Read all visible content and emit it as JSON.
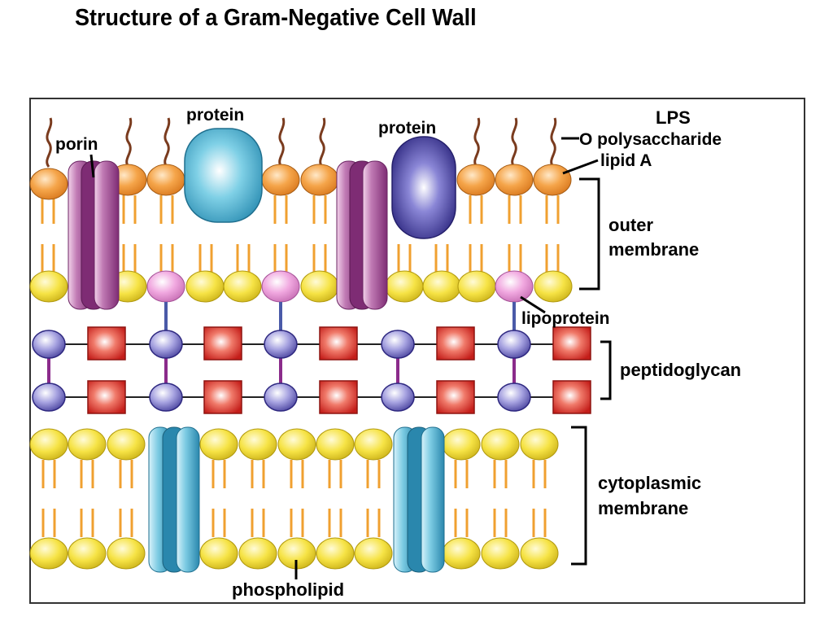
{
  "slide": {
    "title": "Structure of a Gram-Negative Cell Wall"
  },
  "labels": {
    "porin": "porin",
    "protein_left": "protein",
    "protein_right": "protein",
    "lps": "LPS",
    "o_polysaccharide": "O polysaccharide",
    "lipid_a": "lipid A",
    "outer_membrane_line1": "outer",
    "outer_membrane_line2": "membrane",
    "lipoprotein": "lipoprotein",
    "peptidoglycan": "peptidoglycan",
    "cytoplasmic_line1": "cytoplasmic",
    "cytoplasmic_line2": "membrane",
    "phospholipid": "phospholipid"
  },
  "colors": {
    "lps_head": "#f5a54a",
    "phospholipid_head": "#f3e03a",
    "lipoprotein_head": "#f1a9e0",
    "tail": "#f0a030",
    "o_chain": "#7a3b1e",
    "porin": "#b0679f",
    "protein_left": "#4fb6d4",
    "protein_right": "#5a50b0",
    "nag_sugar": "#6f6bc0",
    "nam_sugar": "#d4302a",
    "crosslink": "#8b2b8b",
    "channel": "#4aa8c8"
  }
}
